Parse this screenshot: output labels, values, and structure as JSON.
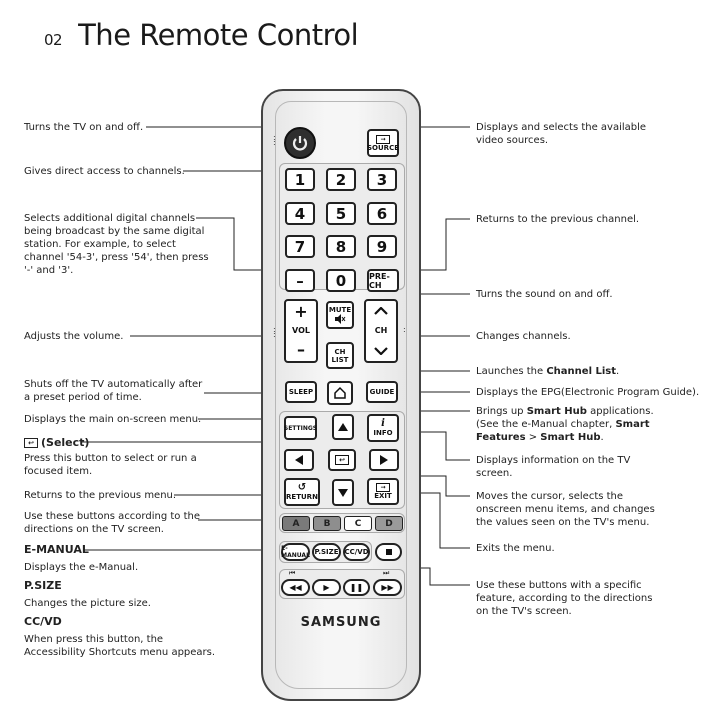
{
  "title": {
    "number": "02",
    "text": "The Remote Control"
  },
  "left": {
    "power": "Turns the TV on and off.",
    "numbers": "Gives direct access to channels.",
    "dash": [
      "Selects additional digital channels",
      "being broadcast by the same digital",
      "station. For example, to select",
      "channel '54-3', press '54', then press",
      "'-' and '3'."
    ],
    "volume": "Adjusts the volume.",
    "sleep": [
      "Shuts off the TV automatically after",
      "a preset period of time."
    ],
    "settings": "Displays the main on-screen menu.",
    "select_head": "(Select)",
    "select_desc": [
      "Press this button to select or run a",
      "focused item."
    ],
    "return": "Returns to the previous menu.",
    "color": [
      "Use these buttons according to the",
      "directions on the TV screen."
    ],
    "emanual_head": "E-MANUAL",
    "emanual_desc": "Displays the e-Manual.",
    "psize_head": "P.SIZE",
    "psize_desc": "Changes the picture size.",
    "ccvd_head": "CC/VD",
    "ccvd_desc": [
      "When press this button, the",
      "Accessibility Shortcuts menu appears."
    ]
  },
  "right": {
    "source": [
      "Displays and selects the available",
      "video sources."
    ],
    "prech": "Returns to the previous channel.",
    "mute": "Turns the sound on and off.",
    "ch": "Changes channels.",
    "chlist_pre": "Launches the ",
    "chlist_bold": "Channel List",
    "chlist_post": ".",
    "guide": "Displays the EPG(Electronic Program Guide).",
    "smarthub_l1_pre": "Brings up ",
    "smarthub_l1_bold": "Smart Hub",
    "smarthub_l1_post": " applications.",
    "smarthub_l2_pre": "(See the e-Manual chapter, ",
    "smarthub_l2_bold": "Smart",
    "smarthub_l3_bold1": "Features",
    "smarthub_l3_mid": " > ",
    "smarthub_l3_bold2": "Smart Hub",
    "smarthub_l3_post": ".",
    "info": [
      "Displays information on the TV",
      "screen."
    ],
    "cursor": [
      "Moves the cursor, selects the",
      "onscreen menu items, and changes",
      "the values seen on the TV's menu."
    ],
    "exit": "Exits the menu.",
    "media": [
      "Use these buttons with a specific",
      "feature, according to the directions",
      "on the TV's screen."
    ]
  },
  "remote": {
    "source_label": "SOURCE",
    "digits": [
      "1",
      "2",
      "3",
      "4",
      "5",
      "6",
      "7",
      "8",
      "9"
    ],
    "dash": "–",
    "zero": "0",
    "prech": "PRE-CH",
    "vol_plus": "+",
    "vol_label": "VOL",
    "vol_minus": "–",
    "mute": "MUTE",
    "ch_up": "^",
    "ch_label": "CH",
    "ch_down": "v",
    "chlist": [
      "CH",
      "LIST"
    ],
    "sleep": "SLEEP",
    "guide": "GUIDE",
    "settings": "SETTINGS",
    "info": "INFO",
    "return": "RETURN",
    "exit": "EXIT",
    "colors": [
      "A",
      "B",
      "C",
      "D"
    ],
    "emanual": "E-MANUAL",
    "psize": "P.SIZE",
    "ccvd": "CC/VD",
    "brand": "SAMSUNG",
    "colors_hex": {
      "A": "#7a7a7a",
      "B": "#8e8e8e",
      "C": "#ffffff",
      "D": "#9a9a9a"
    }
  }
}
